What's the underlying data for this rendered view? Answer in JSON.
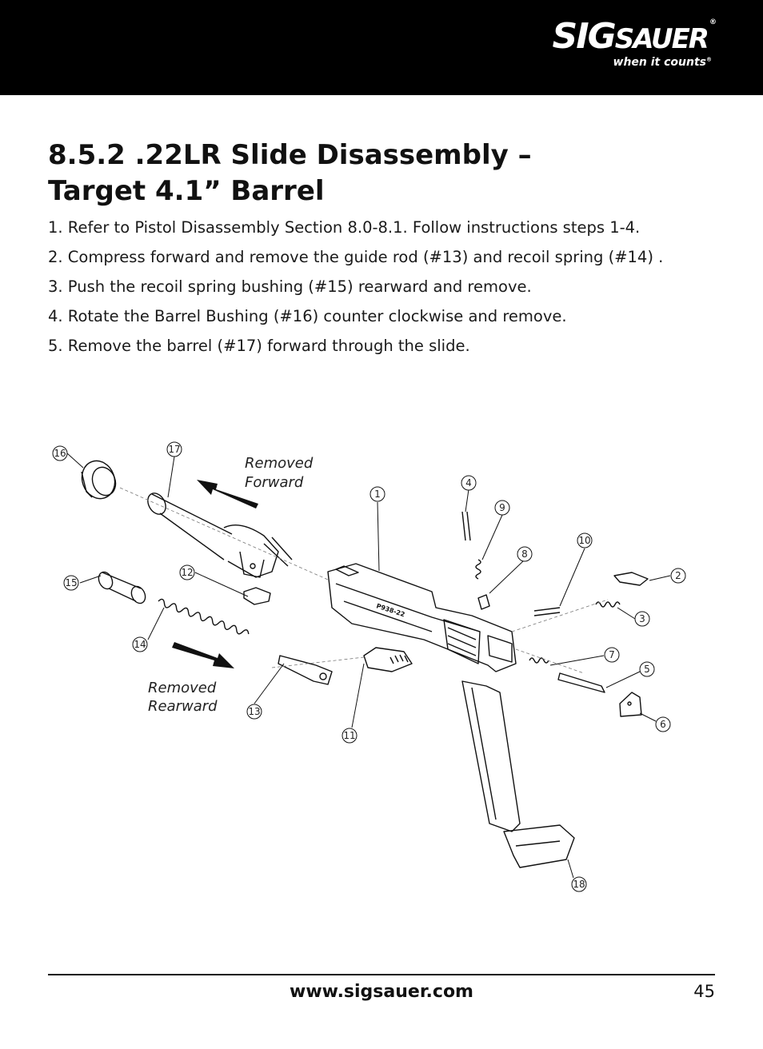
{
  "header": {
    "logo_sig": "SIG",
    "logo_sauer": "SAUER",
    "logo_reg": "®",
    "tagline": "when it counts",
    "tagline_reg": "®"
  },
  "title_line1": "8.5.2 .22LR Slide Disassembly –",
  "title_line2": "Target 4.1” Barrel",
  "steps": [
    "1. Refer to Pistol Disassembly Section 8.0-8.1.  Follow instructions steps 1-4.",
    "2. Compress forward and remove the guide rod (#13) and recoil spring (#14) .",
    "3. Push the recoil spring bushing (#15) rearward and remove.",
    "4. Rotate the Barrel Bushing (#16) counter clockwise and remove.",
    "5. Remove the barrel (#17) forward through the slide."
  ],
  "diagram": {
    "note_forward_1": "Removed",
    "note_forward_2": "Forward",
    "note_rearward_1": "Removed",
    "note_rearward_2": "Rearward",
    "slide_marking": "P938-22",
    "callouts": [
      "16",
      "17",
      "1",
      "4",
      "9",
      "10",
      "8",
      "2",
      "3",
      "12",
      "15",
      "14",
      "7",
      "5",
      "6",
      "13",
      "11",
      "18"
    ]
  },
  "footer": {
    "website": "www.sigsauer.com",
    "page_number": "45"
  }
}
